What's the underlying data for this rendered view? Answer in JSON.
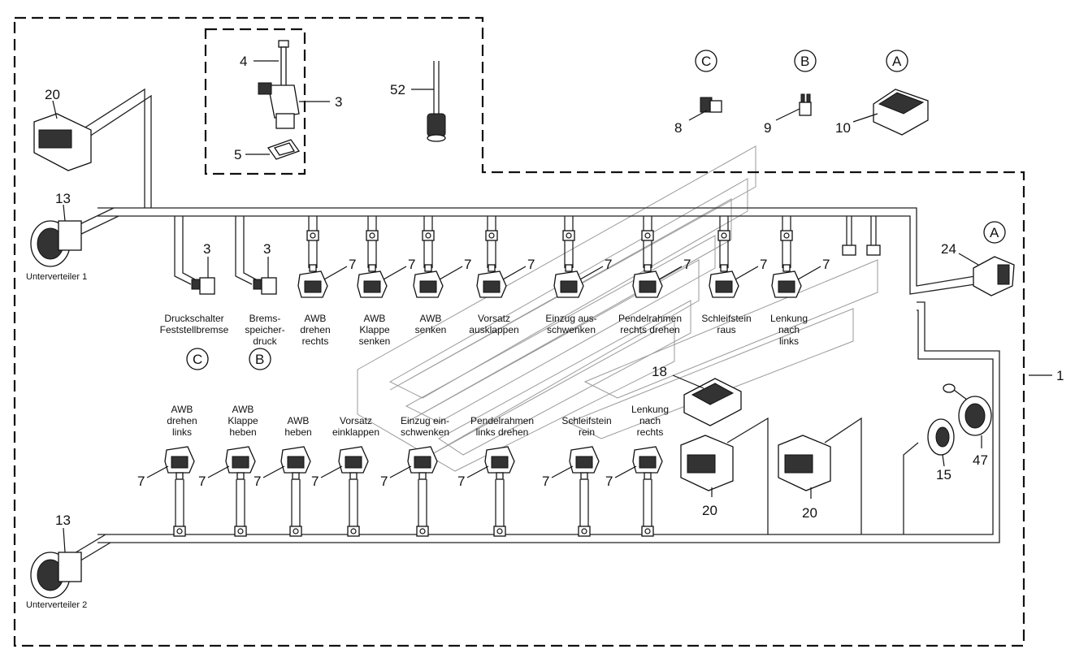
{
  "top": {
    "valve": {
      "callout_4": "4",
      "callout_3": "3",
      "callout_5": "5"
    },
    "cable_52": "52",
    "sensors": {
      "letter_c": "C",
      "letter_b": "B",
      "letter_a": "A",
      "callout_8": "8",
      "callout_9": "9",
      "callout_10": "10"
    }
  },
  "left": {
    "callout_20": "20",
    "callout_13_top": "13",
    "verteiler_1": "Unterverteiler 1",
    "callout_13_bottom": "13",
    "verteiler_2": "Unterverteiler 2"
  },
  "upper_row": {
    "switches": [
      {
        "callout": "3",
        "label": [
          "Druckschalter",
          "Feststellbremse"
        ],
        "letter": "C"
      },
      {
        "callout": "3",
        "label": [
          "Brems-",
          "speicher-",
          "druck"
        ],
        "letter": "B"
      }
    ],
    "connectors": [
      {
        "callout": "7",
        "label": [
          "AWB",
          "drehen",
          "rechts"
        ]
      },
      {
        "callout": "7",
        "label": [
          "AWB",
          "Klappe",
          "senken"
        ]
      },
      {
        "callout": "7",
        "label": [
          "AWB",
          "senken"
        ]
      },
      {
        "callout": "7",
        "label": [
          "Vorsatz",
          "ausklappen"
        ]
      },
      {
        "callout": "7",
        "label": [
          "Einzug aus-",
          "schwenken"
        ]
      },
      {
        "callout": "7",
        "label": [
          "Pendelrahmen",
          "rechts drehen"
        ]
      },
      {
        "callout": "7",
        "label": [
          "Schleifstein",
          "raus"
        ]
      },
      {
        "callout": "7",
        "label": [
          "Lenkung",
          "nach",
          "links"
        ]
      }
    ]
  },
  "lower_row": {
    "connectors": [
      {
        "callout": "7",
        "label": [
          "AWB",
          "drehen",
          "links"
        ]
      },
      {
        "callout": "7",
        "label": [
          "AWB",
          "Klappe",
          "heben"
        ]
      },
      {
        "callout": "7",
        "label": [
          "AWB",
          "heben"
        ]
      },
      {
        "callout": "7",
        "label": [
          "Vorsatz",
          "einklappen"
        ]
      },
      {
        "callout": "7",
        "label": [
          "Einzug ein-",
          "schwenken"
        ]
      },
      {
        "callout": "7",
        "label": [
          "Pendelrahmen",
          "links drehen"
        ]
      },
      {
        "callout": "7",
        "label": [
          "Schleifstein",
          "rein"
        ]
      },
      {
        "callout": "7",
        "label": [
          "Lenkung",
          "nach",
          "rechts"
        ]
      }
    ]
  },
  "right": {
    "letter_a": "A",
    "callout_24": "24",
    "callout_1": "1",
    "callout_18": "18",
    "callout_20_a": "20",
    "callout_20_b": "20",
    "callout_15": "15",
    "callout_47": "47"
  }
}
